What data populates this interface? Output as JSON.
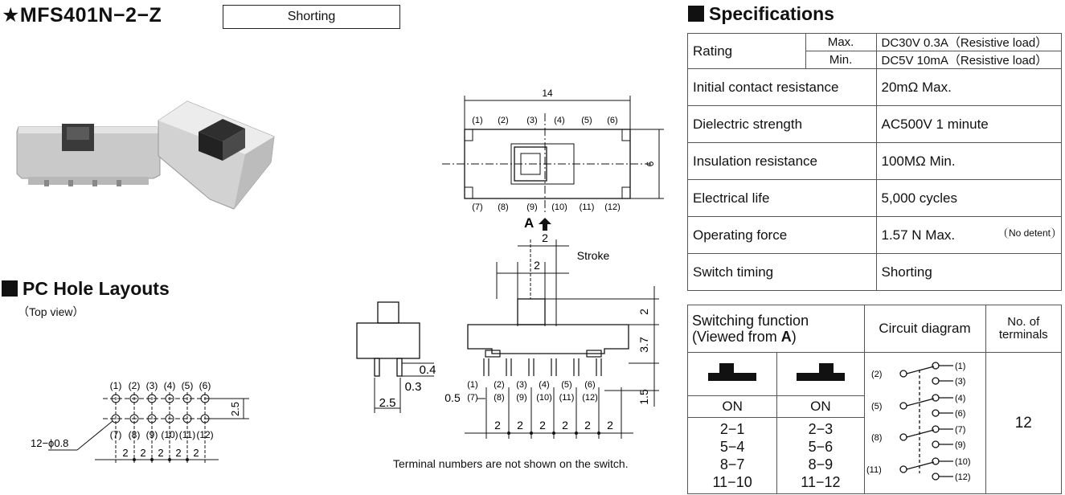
{
  "header": {
    "model": "★MFS401N−2−Z",
    "type_badge": "Shorting"
  },
  "pc_hole": {
    "title": "PC Hole Layouts",
    "subtitle": "（Top view）",
    "top_terminals": [
      "(1)",
      "(2)",
      "(3)",
      "(4)",
      "(5)",
      "(6)"
    ],
    "bottom_terminals": [
      "(7)",
      "(8)",
      "(9)",
      "(10)",
      "(11)",
      "(12)"
    ],
    "hole_label": "12−ϕ0.8",
    "pitch_labels": [
      "2",
      "2",
      "2",
      "2",
      "2"
    ],
    "row_pitch": "2.5"
  },
  "drawing": {
    "width_dim": "14",
    "height_dim": "6",
    "top_terminals": [
      "(1)",
      "(2)",
      "(3)",
      "(4)",
      "(5)",
      "(6)"
    ],
    "bottom_terminals": [
      "(7)",
      "(8)",
      "(9)",
      "(10)",
      "(11)",
      "(12)"
    ],
    "view_label": "A",
    "stroke_outer": "2",
    "stroke_inner": "2",
    "stroke_label": "Stroke",
    "knob_height": "2",
    "body_height": "3.7",
    "pin_length": "1.5",
    "pin_width": "0.4",
    "pin_thick": "0.3",
    "side_pitch": "2.5",
    "front_top_terminals": [
      "(1)",
      "(2)",
      "(3)",
      "(4)",
      "(5)",
      "(6)"
    ],
    "front_bottom_terminals": [
      "(7)",
      "(8)",
      "(9)",
      "(10)",
      "(11)",
      "(12)"
    ],
    "offset_label": "0.5",
    "pitch_labels": [
      "2",
      "2",
      "2",
      "2",
      "2",
      "2"
    ],
    "caption": "Terminal numbers are not shown on the switch."
  },
  "specs": {
    "title": "Specifications",
    "rating_label": "Rating",
    "max_label": "Max.",
    "max_value": "DC30V 0.3A（Resistive load）",
    "min_label": "Min.",
    "min_value": "DC5V 10mA（Resistive load）",
    "rows": [
      {
        "label": "Initial contact resistance",
        "value": "20mΩ Max."
      },
      {
        "label": "Dielectric strength",
        "value": "AC500V 1 minute"
      },
      {
        "label": "Insulation resistance",
        "value": "100MΩ Min."
      },
      {
        "label": "Electrical life",
        "value": "5,000 cycles"
      },
      {
        "label": "Operating force",
        "value": "1.57 N Max.",
        "note": "No detent"
      },
      {
        "label": "Switch timing",
        "value": "Shorting"
      }
    ]
  },
  "switching": {
    "header_function_line1": "Switching function",
    "header_function_line2_prefix": "(Viewed from ",
    "header_function_line2_bold": "A",
    "header_function_line2_suffix": ")",
    "header_circuit": "Circuit diagram",
    "header_terminals_line1": "No. of",
    "header_terminals_line2": "terminals",
    "left_state": "ON",
    "right_state": "ON",
    "left_pairs": [
      "2−1",
      "5−4",
      "8−7",
      "11−10"
    ],
    "right_pairs": [
      "2−3",
      "5−6",
      "8−9",
      "11−12"
    ],
    "terminals_count": "12",
    "circuit_commons": [
      "(2)",
      "(5)",
      "(8)",
      "(11)"
    ],
    "circuit_terminals": [
      "(1)",
      "(3)",
      "(4)",
      "(6)",
      "(7)",
      "(9)",
      "(10)",
      "(12)"
    ]
  }
}
